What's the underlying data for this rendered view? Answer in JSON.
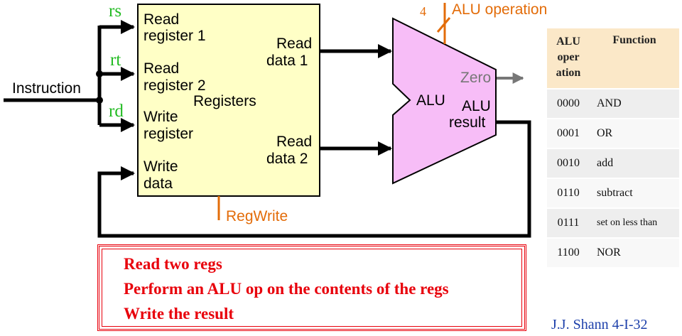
{
  "colors": {
    "register_fill": "#ffffc6",
    "alu_fill": "#f7bdf7",
    "control": "#e36c09",
    "field_label": "#22bb22",
    "zero": "#777777",
    "highlight": "#e8000b",
    "credit": "#1c3faa",
    "table_header": "#fbe8c8"
  },
  "diagram": {
    "instruction_label": "Instruction",
    "fields": {
      "rs": "rs",
      "rt": "rt",
      "rd": "rd"
    },
    "registers": {
      "title": "Registers",
      "read_register_1": [
        "Read",
        "register 1"
      ],
      "read_register_2": [
        "Read",
        "register 2"
      ],
      "write_register": [
        "Write",
        "register"
      ],
      "write_data": [
        "Write",
        "data"
      ],
      "read_data_1": [
        "Read",
        "data 1"
      ],
      "read_data_2": [
        "Read",
        "data 2"
      ]
    },
    "reg_write_label": "RegWrite",
    "alu": {
      "label": "ALU",
      "zero_label": "Zero",
      "result_label": [
        "ALU",
        "result"
      ],
      "operation_label": "ALU operation",
      "operation_bits": "4"
    }
  },
  "alu_table": {
    "headers": {
      "code": [
        "ALU",
        "oper",
        "ation"
      ],
      "function": "Function"
    },
    "rows": [
      {
        "code": "0000",
        "function": "AND"
      },
      {
        "code": "0001",
        "function": "OR"
      },
      {
        "code": "0010",
        "function": "add"
      },
      {
        "code": "0110",
        "function": "subtract"
      },
      {
        "code": "0111",
        "function": "set on less than"
      },
      {
        "code": "1100",
        "function": "NOR"
      }
    ]
  },
  "summary": {
    "lines": [
      "Read two regs",
      "Perform an ALU op on the contents of the regs",
      "Write the result"
    ]
  },
  "credit": "J.J. Shann 4-I-32"
}
